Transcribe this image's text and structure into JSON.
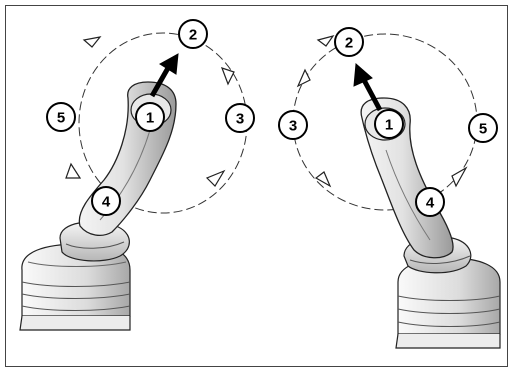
{
  "figure": {
    "left": {
      "labels": {
        "n1": "1",
        "n2": "2",
        "n3": "3",
        "n4": "4",
        "n5": "5"
      }
    },
    "right": {
      "labels": {
        "n1": "1",
        "n2": "2",
        "n3": "3",
        "n4": "4",
        "n5": "5"
      }
    }
  }
}
